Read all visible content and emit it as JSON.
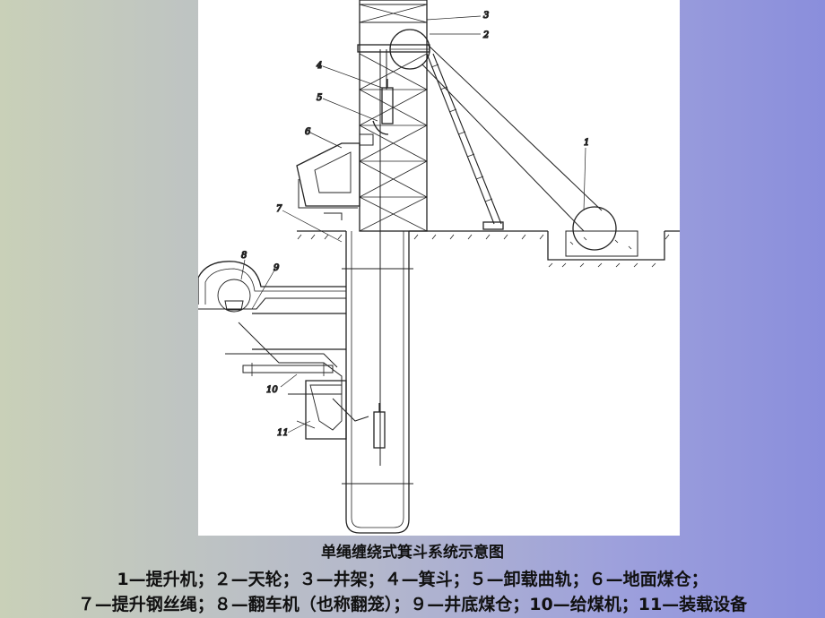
{
  "labels": {
    "n1": "1",
    "n2": "2",
    "n3": "3",
    "n4": "4",
    "n5": "5",
    "n6": "6",
    "n7": "7",
    "n8": "8",
    "n9": "9",
    "n10": "10",
    "n11": "11"
  },
  "caption": {
    "title": "单绳缠绕式箕斗系统示意图",
    "line1": "1—提升机；２—天轮；３—井架；４—箕斗；５—卸载曲轨；６—地面煤仓；",
    "line2": "７—提升钢丝绳；８—翻车机（也称翻笼）；９—井底煤仓；10—给煤机；11—装载设备"
  }
}
